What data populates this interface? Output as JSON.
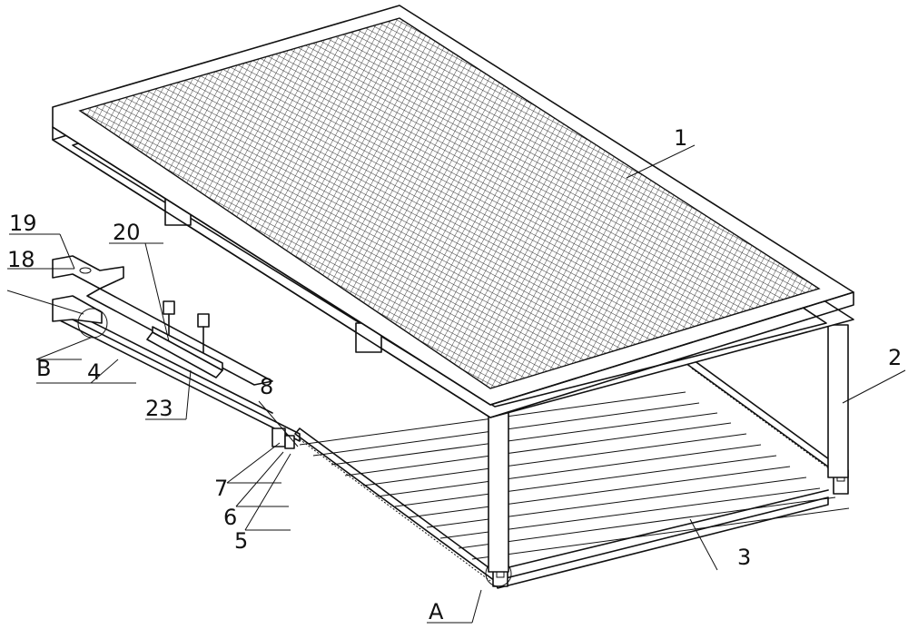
{
  "labels": {
    "l1": "1",
    "l2": "2",
    "l3": "3",
    "l4": "4",
    "l5": "5",
    "l6": "6",
    "l7": "7",
    "l8": "8",
    "l18": "18",
    "l19": "19",
    "l20": "20",
    "l23": "23",
    "lA": "A",
    "lB": "B"
  }
}
